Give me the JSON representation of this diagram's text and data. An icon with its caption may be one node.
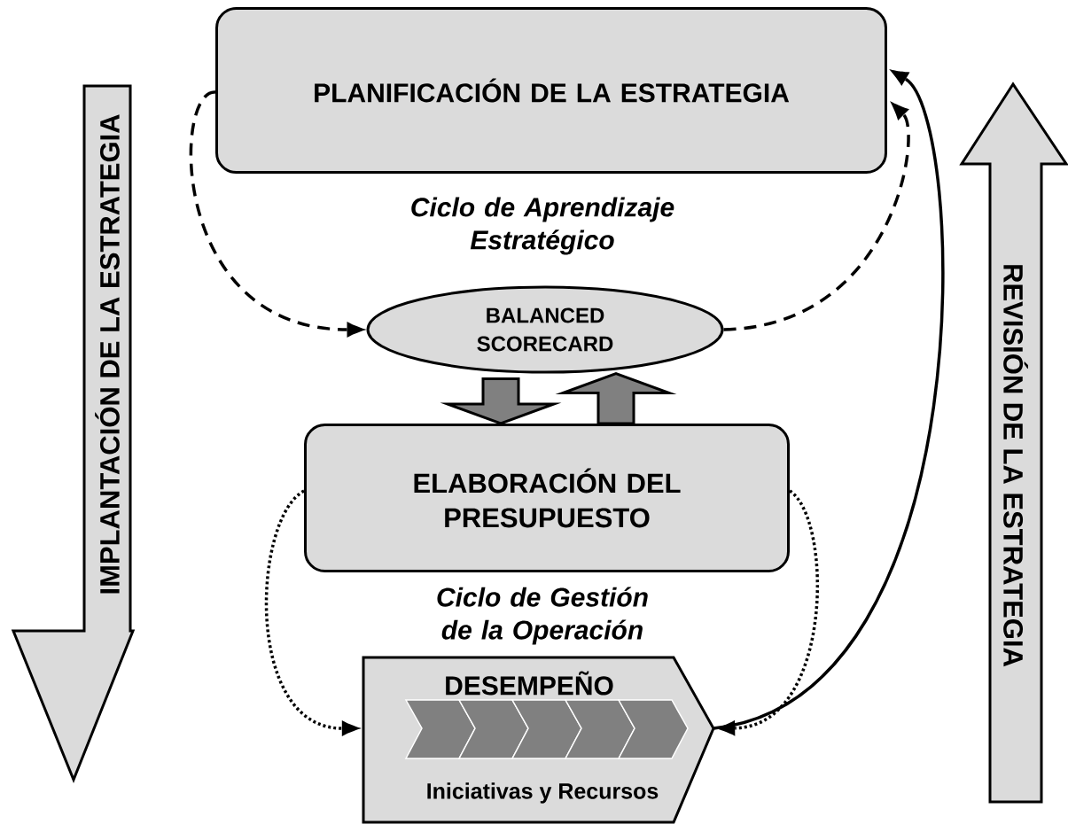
{
  "diagram": {
    "nodes": [
      {
        "text": [
          "PLANIFICACIÓN DE LA ESTRATEGIA"
        ]
      },
      {
        "text": [
          "BALANCED SCORECARD"
        ]
      },
      {
        "text": [
          "ELABORACIÓN DEL PRESUPUESTO"
        ]
      },
      {
        "text": [
          "DESEMPEÑO",
          "Iniciativas y Recursos"
        ]
      },
      {
        "text": [
          "IMPLANTACIÓN DE LA ESTRATEGIA"
        ]
      },
      {
        "text": [
          "REVISIÓN DE LA ESTRATEGIA"
        ]
      }
    ],
    "edges": [
      {
        "from": 0,
        "to": 1,
        "arrow": "to",
        "style": "dashed"
      },
      {
        "from": 1,
        "to": 0,
        "arrow": "to",
        "style": "dashed"
      },
      {
        "from": 3,
        "to": 0,
        "arrow": "to"
      },
      {
        "from": 1,
        "to": 2,
        "arrow": "to",
        "style": "thick",
        "color": "#808080"
      },
      {
        "from": 2,
        "to": 1,
        "arrow": "to",
        "style": "thick",
        "color": "#808080"
      },
      {
        "from": 2,
        "to": 3,
        "arrow": "to",
        "style": "dashed"
      },
      {
        "from": 2,
        "to": 3,
        "arrow": "to",
        "style": "dashed"
      }
    ],
    "labels": [
      "Ciclo de Aprendizaje Estratégico",
      "Ciclo de Gestión de la Operación"
    ]
  }
}
